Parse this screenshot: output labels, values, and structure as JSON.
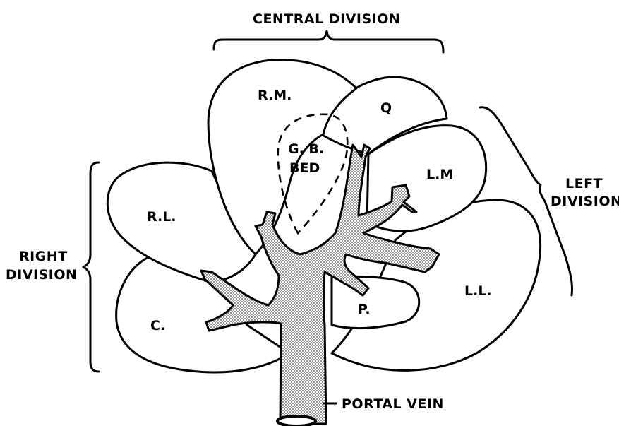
{
  "lobes": {
    "rm": "R.M.",
    "q": "Q",
    "gb_line1": "G. B.",
    "gb_line2": "BED",
    "lm": "L.M",
    "rl": "R.L.",
    "ll": "L.L.",
    "c": "C.",
    "p": "P."
  },
  "divisions": {
    "central": "CENTRAL DIVISION",
    "left_line1": "LEFT",
    "left_line2": "DIVISION",
    "right_line1": "RIGHT",
    "right_line2": "DIVISION"
  },
  "portal_vein_label": "PORTAL VEIN"
}
